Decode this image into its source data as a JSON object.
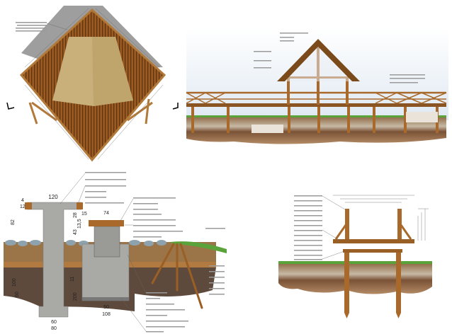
{
  "sheet": {
    "panels": [
      "roof-plan",
      "gazebo-elevation",
      "foundation-section",
      "frame-section"
    ]
  },
  "colors": {
    "wood": "#a8692a",
    "wood_dark": "#6b3f15",
    "thatch": "#c9b07a",
    "concrete": "#a9a9a6",
    "soil": "#7a5236",
    "grass": "#5aa33a",
    "sky": "#e6eef5",
    "shadow": "#9c9c9c"
  },
  "foundation": {
    "dims": {
      "top_width": "120",
      "slab_a": "4",
      "slab_b": "12",
      "height_left": "82",
      "gap": "15",
      "cap_width": "74",
      "cap_h1": "28",
      "cap_h2": "13,5",
      "block_h": "43",
      "depth_a": "100",
      "depth_b": "60",
      "depth_c": "11",
      "depth_d": "200",
      "foot_inner": "50",
      "foot_outer": "108",
      "stem_a": "60",
      "stem_b": "80"
    }
  }
}
